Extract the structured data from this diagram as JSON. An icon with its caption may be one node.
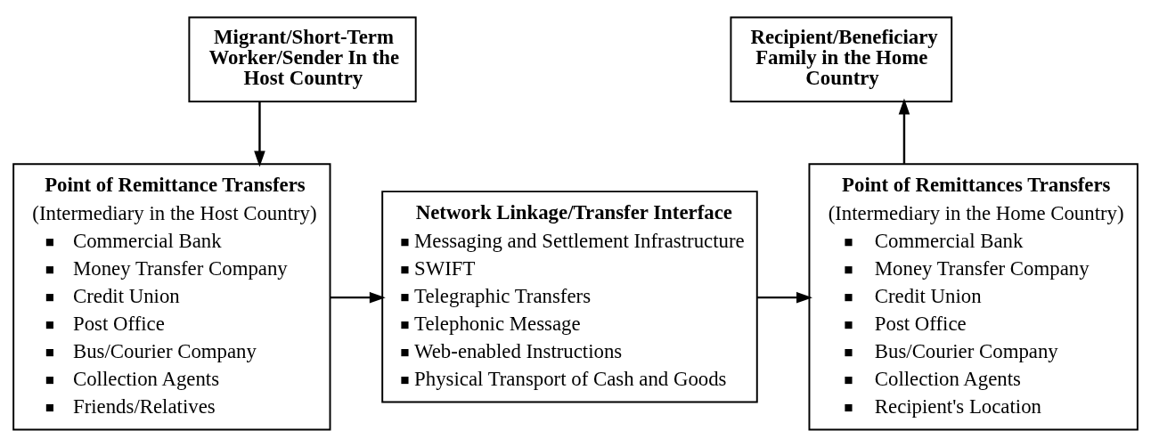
{
  "diagram": {
    "nodes": [
      {
        "text": [
          "Migrant/Short-Term Worker/Sender In the Host Country"
        ]
      },
      {
        "text": [
          "Recipient/Beneficiary Family in the Home Country"
        ]
      },
      {
        "text": [
          "Point of Remittance Transfers",
          "(Intermediary in the Host Country)",
          "Commercial Bank",
          "Money Transfer Company",
          "Credit Union",
          "Post Office",
          "Bus/Courier Company",
          "Collection Agents",
          "Friends/Relatives"
        ]
      },
      {
        "text": [
          "Network Linkage/Transfer Interface",
          "Messaging and Settlement Infrastructure",
          "SWIFT",
          "Telegraphic Transfers",
          "Telephonic Message",
          "Web-enabled Instructions",
          "Physical Transport of Cash and Goods"
        ]
      },
      {
        "text": [
          "Point of Remittances Transfers",
          "(Intermediary in the Home Country)",
          "Commercial Bank",
          "Money Transfer Company",
          "Credit Union",
          "Post Office",
          "Bus/Courier Company",
          "Collection Agents",
          "Recipient's Location"
        ]
      }
    ],
    "edges": [
      {
        "from": 0,
        "to": 2,
        "arrow": "to"
      },
      {
        "from": 2,
        "to": 3,
        "arrow": "to"
      },
      {
        "from": 3,
        "to": 4,
        "arrow": "to"
      },
      {
        "from": 4,
        "to": 1,
        "arrow": "to"
      }
    ]
  }
}
